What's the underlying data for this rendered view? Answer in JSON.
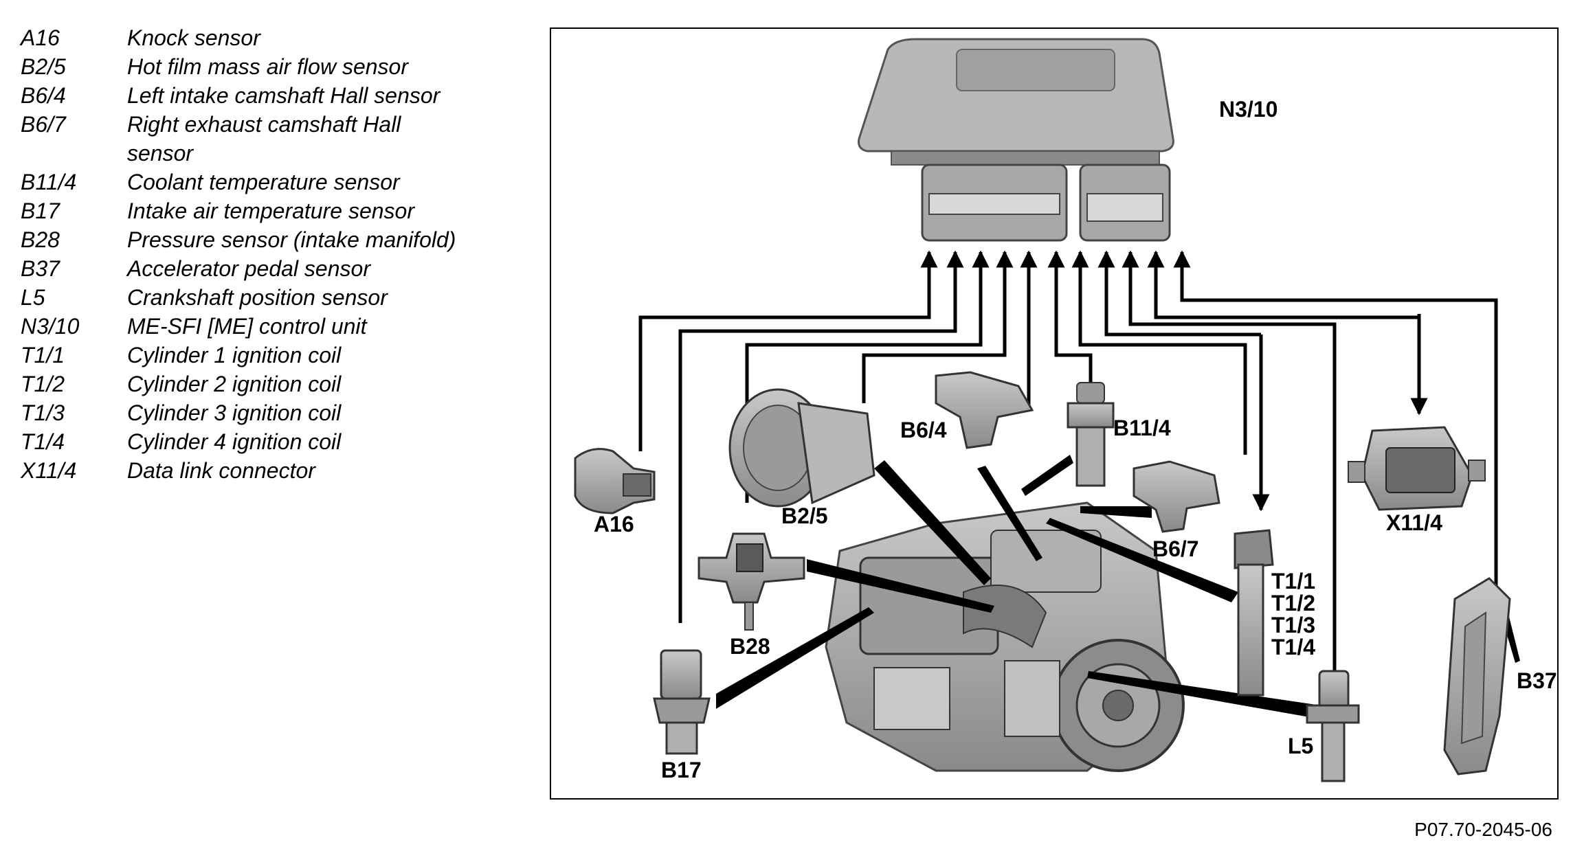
{
  "legend": [
    {
      "code": "A16",
      "desc": "Knock sensor"
    },
    {
      "code": "B2/5",
      "desc": "Hot film mass air flow sensor"
    },
    {
      "code": "B6/4",
      "desc": "Left intake camshaft Hall sensor"
    },
    {
      "code": "B6/7",
      "desc": "Right exhaust camshaft Hall\nsensor"
    },
    {
      "code": "B11/4",
      "desc": "Coolant temperature sensor"
    },
    {
      "code": "B17",
      "desc": "Intake air temperature sensor"
    },
    {
      "code": "B28",
      "desc": "Pressure sensor (intake manifold)"
    },
    {
      "code": "B37",
      "desc": "Accelerator pedal sensor"
    },
    {
      "code": "L5",
      "desc": "Crankshaft position sensor"
    },
    {
      "code": "N3/10",
      "desc": "ME-SFI [ME] control unit"
    },
    {
      "code": "T1/1",
      "desc": "Cylinder 1 ignition coil"
    },
    {
      "code": "T1/2",
      "desc": "Cylinder 2 ignition coil"
    },
    {
      "code": "T1/3",
      "desc": "Cylinder 3 ignition coil"
    },
    {
      "code": "T1/4",
      "desc": "Cylinder 4 ignition coil"
    },
    {
      "code": "X11/4",
      "desc": "Data link connector"
    }
  ],
  "labels": {
    "n310": "N3/10",
    "a16": "A16",
    "b25": "B2/5",
    "b64": "B6/4",
    "b114": "B11/4",
    "b67": "B6/7",
    "t11": "T1/1",
    "t12": "T1/2",
    "t13": "T1/3",
    "t14": "T1/4",
    "x114": "X11/4",
    "b28": "B28",
    "b17": "B17",
    "l5": "L5",
    "b37": "B37"
  },
  "figure_id": "P07.70-2045-06"
}
